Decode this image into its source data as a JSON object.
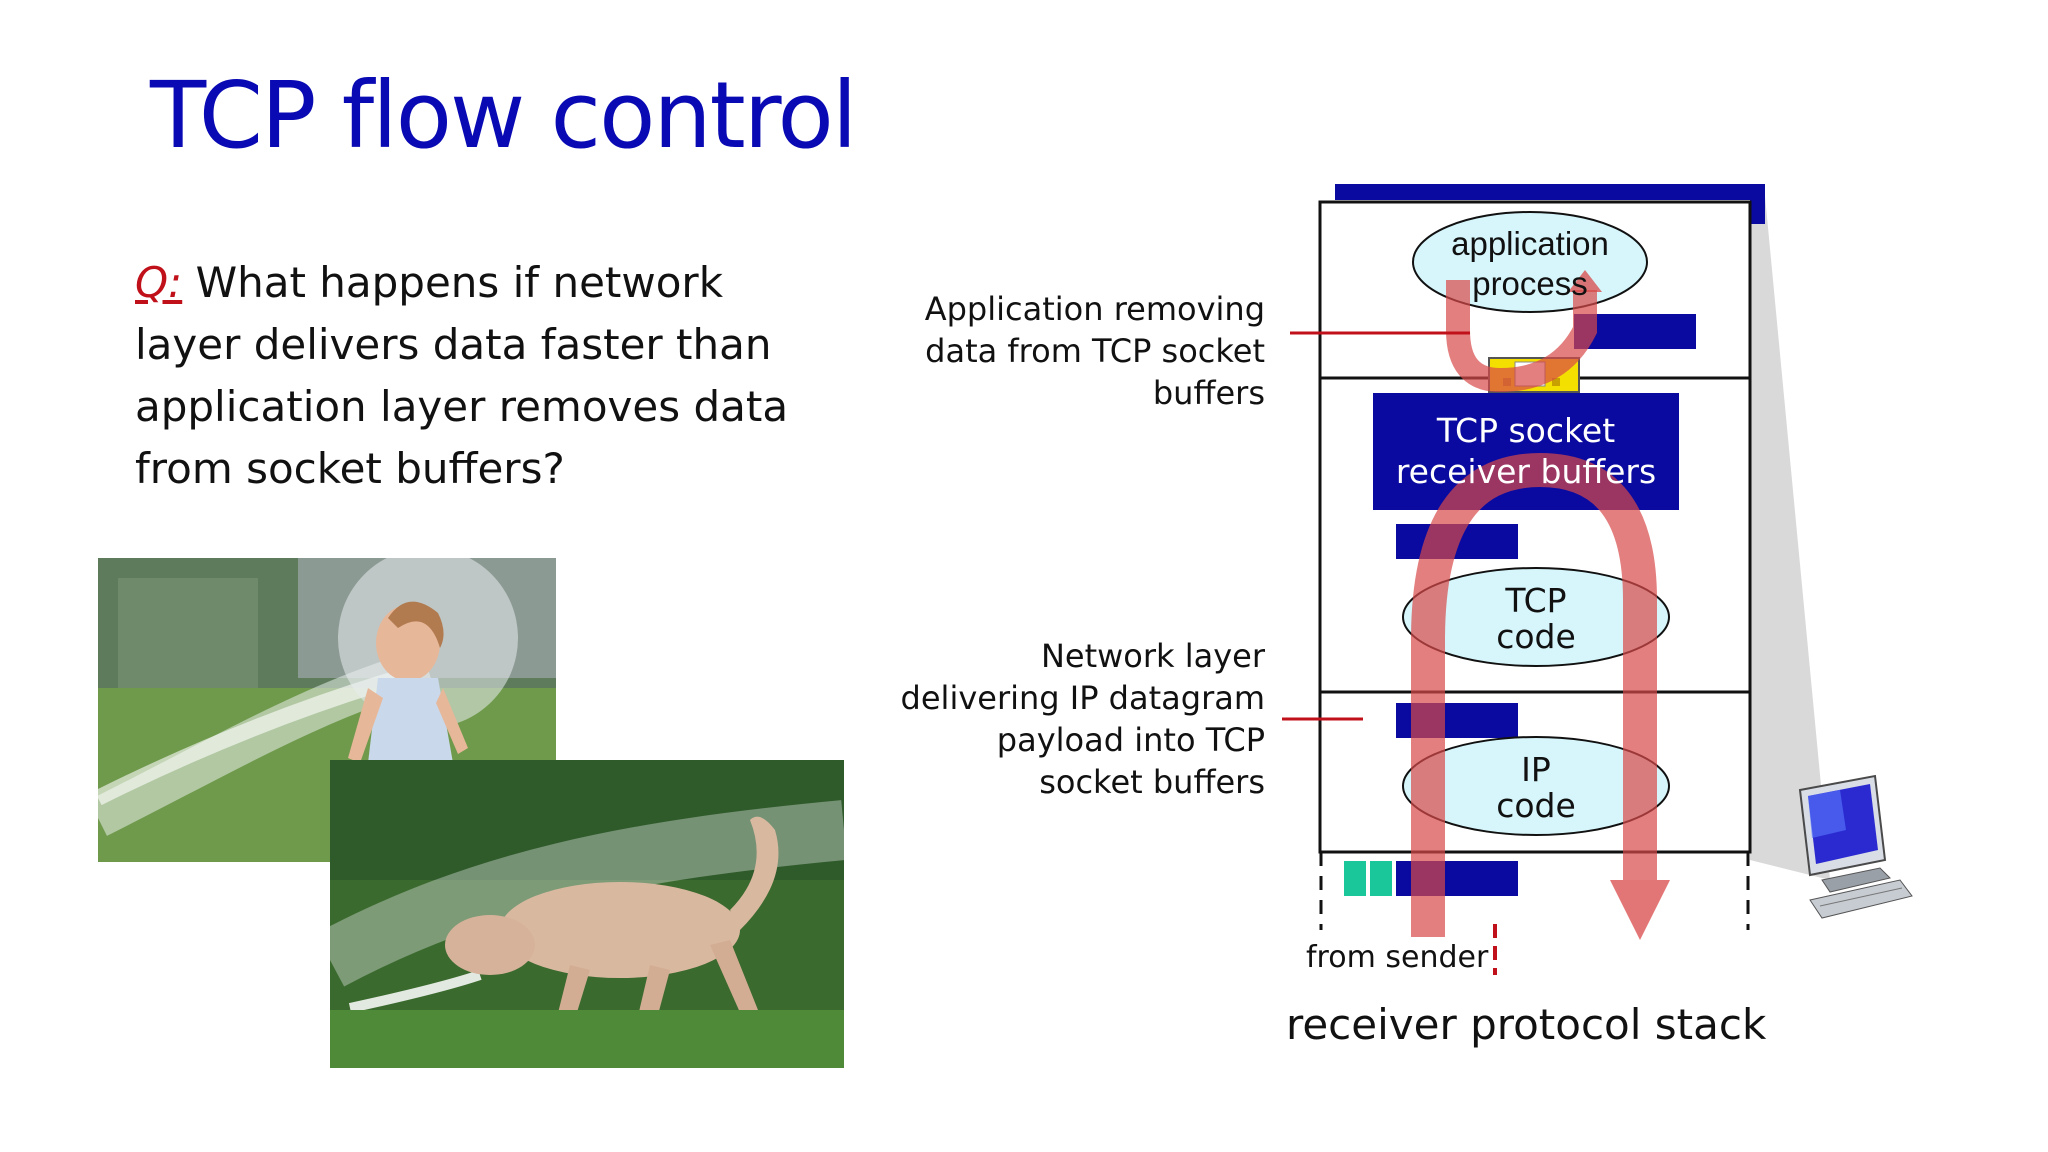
{
  "slide": {
    "title": "TCP flow control",
    "question_prefix": "Q:",
    "question_text": " What happens if network layer delivers data faster than application layer removes data from socket buffers?"
  },
  "diagram": {
    "app_process_line1": "application",
    "app_process_line2": "process",
    "socket_buffers_line1": "TCP socket",
    "socket_buffers_line2": "receiver buffers",
    "tcp_code_line1": "TCP",
    "tcp_code_line2": "code",
    "ip_code_line1": "IP",
    "ip_code_line2": "code",
    "label_app_removing": "Application removing data from TCP socket buffers",
    "label_network_delivering": "Network layer delivering IP datagram payload into TCP socket buffers",
    "from_sender": "from sender",
    "caption": "receiver protocol stack"
  },
  "colors": {
    "title": "#0a0ab4",
    "question_prefix": "#c0101a",
    "buffer_blue": "#0a0aa0",
    "ellipse_fill": "#d6f6fb",
    "arrow": "#e06060",
    "leader_line": "#c0101a"
  },
  "icons": {
    "computer": "desktop-computer-icon"
  }
}
